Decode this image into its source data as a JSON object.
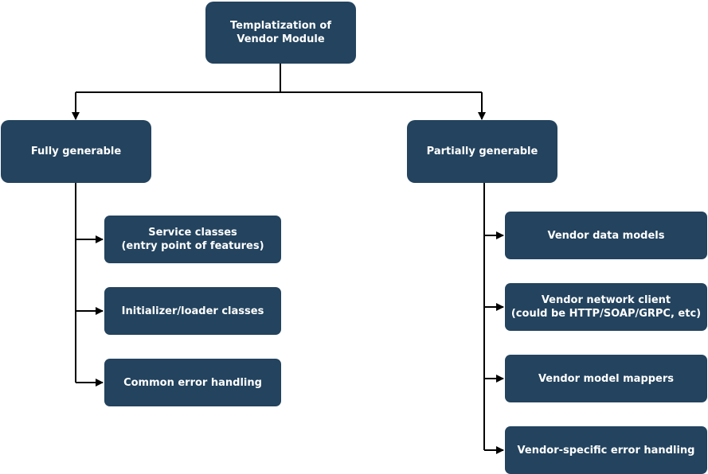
{
  "diagram": {
    "root": {
      "label": "Templatization of\nVendor Module"
    },
    "branches": [
      {
        "label": "Fully generable",
        "children": [
          {
            "label": "Service classes\n(entry point of features)"
          },
          {
            "label": "Initializer/loader classes"
          },
          {
            "label": "Common error handling"
          }
        ]
      },
      {
        "label": "Partially generable",
        "children": [
          {
            "label": "Vendor data models"
          },
          {
            "label": "Vendor network client\n(could be HTTP/SOAP/GRPC, etc)"
          },
          {
            "label": "Vendor model mappers"
          },
          {
            "label": "Vendor-specific error handling"
          }
        ]
      }
    ],
    "colors": {
      "node_fill": "#23435e",
      "node_text": "#ffffff",
      "edge": "#000000"
    }
  }
}
